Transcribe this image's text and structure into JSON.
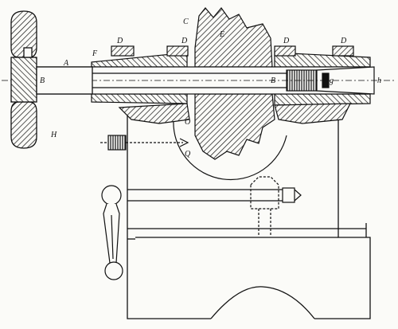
{
  "figure": {
    "labels": {
      "A": "A",
      "B_left": "B",
      "B_right": "B",
      "C": "C",
      "D_1": "D",
      "D_2": "D",
      "D_3": "D",
      "D_4": "D",
      "E": "E",
      "F": "F",
      "g": "g",
      "h": "h",
      "H": "H",
      "O": "O",
      "Q": "Q"
    },
    "colors": {
      "ink": "#111111",
      "paper": "#fbfbf8"
    }
  }
}
